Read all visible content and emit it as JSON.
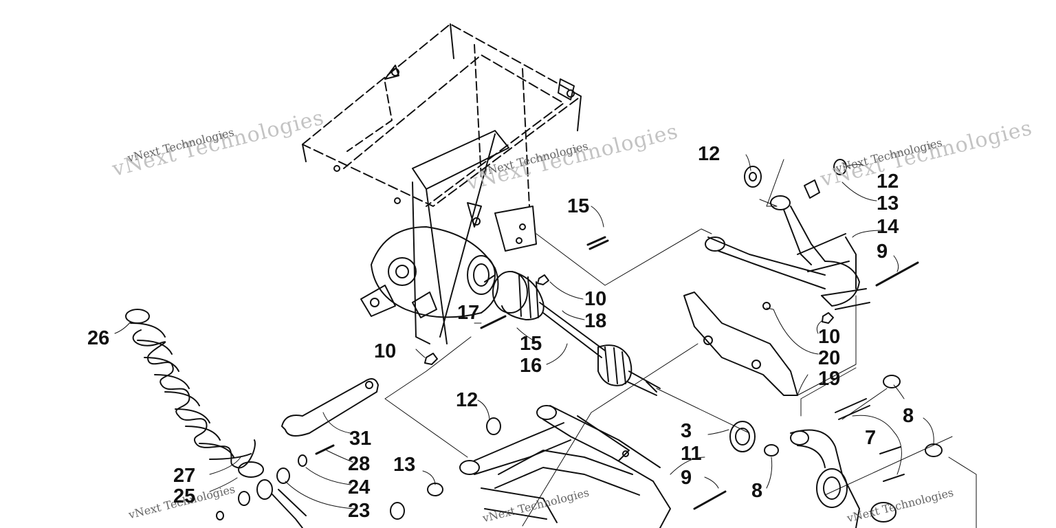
{
  "diagram": {
    "callouts": [
      {
        "id": "c12a",
        "label": "12"
      },
      {
        "id": "c12b",
        "label": "12"
      },
      {
        "id": "c13a",
        "label": "13"
      },
      {
        "id": "c14",
        "label": "14"
      },
      {
        "id": "c9a",
        "label": "9"
      },
      {
        "id": "c15a",
        "label": "15"
      },
      {
        "id": "c10a",
        "label": "10"
      },
      {
        "id": "c18",
        "label": "18"
      },
      {
        "id": "c17",
        "label": "17"
      },
      {
        "id": "c15b",
        "label": "15"
      },
      {
        "id": "c16",
        "label": "16"
      },
      {
        "id": "c10b",
        "label": "10"
      },
      {
        "id": "c10c",
        "label": "10"
      },
      {
        "id": "c20",
        "label": "20"
      },
      {
        "id": "c19",
        "label": "19"
      },
      {
        "id": "c26",
        "label": "26"
      },
      {
        "id": "c12c",
        "label": "12"
      },
      {
        "id": "c31",
        "label": "31"
      },
      {
        "id": "c28",
        "label": "28"
      },
      {
        "id": "c24",
        "label": "24"
      },
      {
        "id": "c23",
        "label": "23"
      },
      {
        "id": "c27",
        "label": "27"
      },
      {
        "id": "c25",
        "label": "25"
      },
      {
        "id": "c13b",
        "label": "13"
      },
      {
        "id": "c3",
        "label": "3"
      },
      {
        "id": "c11",
        "label": "11"
      },
      {
        "id": "c9b",
        "label": "9"
      },
      {
        "id": "c8a",
        "label": "8"
      },
      {
        "id": "c8b",
        "label": "8"
      },
      {
        "id": "c7",
        "label": "7"
      }
    ],
    "watermark": {
      "big": "vNext Technologies",
      "small": "vNext Technologies"
    },
    "colors": {
      "ink": "#111111",
      "watermark": "#9a9a9a"
    }
  }
}
